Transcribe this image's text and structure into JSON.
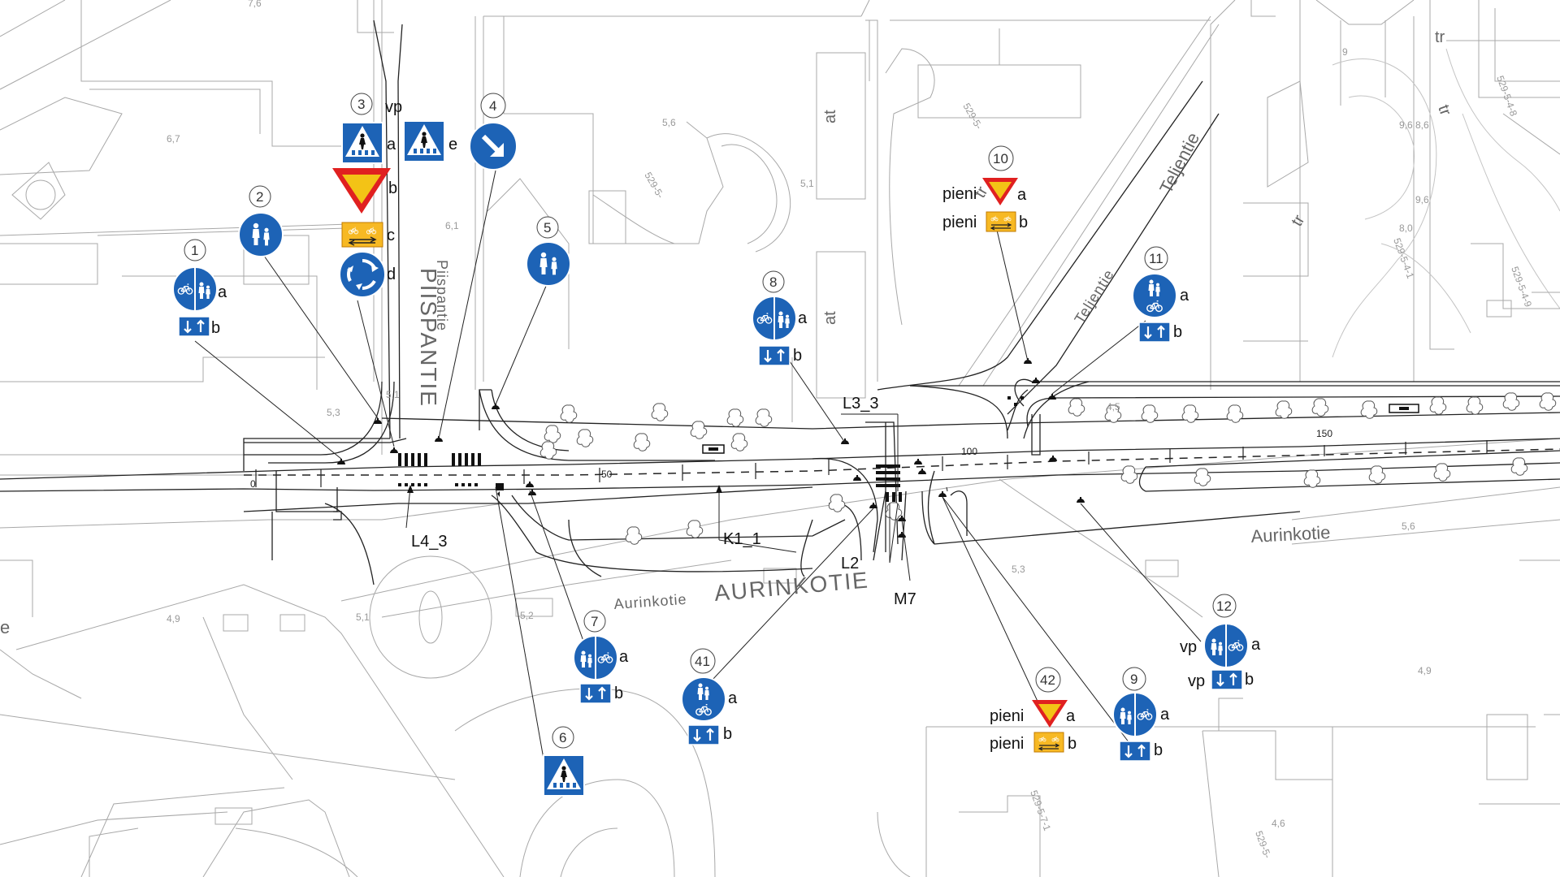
{
  "colors": {
    "sign_blue": "#1d63b6",
    "warning_red": "#e02020",
    "warning_yellow": "#f3c316",
    "plate_yellow": "#f7b924",
    "linework": "#222222",
    "basemap": "#a8a8a8"
  },
  "streets": {
    "pispantie_vertical": "PIISPANTIE",
    "pispantie_small": "Piispantie",
    "aurinkotie_caps": "AURINKOTIE",
    "aurinkotie_small": "Aurinkotie",
    "aurinkotie_right": "Aurinkotie",
    "teljentie_upper": "Teljentie",
    "teljentie_lower": "Teljentie",
    "left_edge": "e"
  },
  "markers": {
    "l4_3": "L4_3",
    "k1_1": "K1_1",
    "l3_3": "L3_3",
    "l2": "L2",
    "m7": "M7"
  },
  "chainage": {
    "c0": "0",
    "c50": "50",
    "c100": "100",
    "c150": "150"
  },
  "map_labels": {
    "at1": "at",
    "at2": "at",
    "tr1": "tr",
    "tr2": "tr",
    "tr3": "tr",
    "tr4": "tr",
    "lot1": "529-5-4-8",
    "lot2": "529-5-4-1",
    "lot3": "529-5-4-9",
    "lot4": "529-5-",
    "lot5": "529-5-",
    "lot6": "529-5-7-1",
    "lot7": "529-5-",
    "elev": [
      "6,7",
      "5,6",
      "5,1",
      "6,1",
      "5,3",
      "5,1",
      "4,9",
      "5,1",
      "5,2",
      "4,5",
      "5,6",
      "5,3",
      "4,9",
      "4,6",
      "9",
      "9,6",
      "9,6",
      "8,0",
      "8,6",
      "7,6"
    ]
  },
  "signs": {
    "s1": {
      "num": "1",
      "a": "a",
      "b": "b"
    },
    "s2": {
      "num": "2"
    },
    "s3": {
      "num": "3",
      "vp": "vp",
      "a": "a",
      "b": "b",
      "c": "c",
      "d": "d",
      "e": "e"
    },
    "s4": {
      "num": "4"
    },
    "s5": {
      "num": "5"
    },
    "s6": {
      "num": "6"
    },
    "s7": {
      "num": "7",
      "a": "a",
      "b": "b"
    },
    "s8": {
      "num": "8",
      "a": "a",
      "b": "b"
    },
    "s9": {
      "num": "9",
      "a": "a",
      "b": "b"
    },
    "s10": {
      "num": "10",
      "pa": "pieni",
      "a": "a",
      "pb": "pieni",
      "b": "b"
    },
    "s11": {
      "num": "11",
      "a": "a",
      "b": "b"
    },
    "s12": {
      "num": "12",
      "vpa": "vp",
      "a": "a",
      "vpb": "vp",
      "b": "b"
    },
    "s41": {
      "num": "41",
      "a": "a",
      "b": "b"
    },
    "s42": {
      "num": "42",
      "pa": "pieni",
      "a": "a",
      "pb": "pieni",
      "b": "b"
    }
  }
}
